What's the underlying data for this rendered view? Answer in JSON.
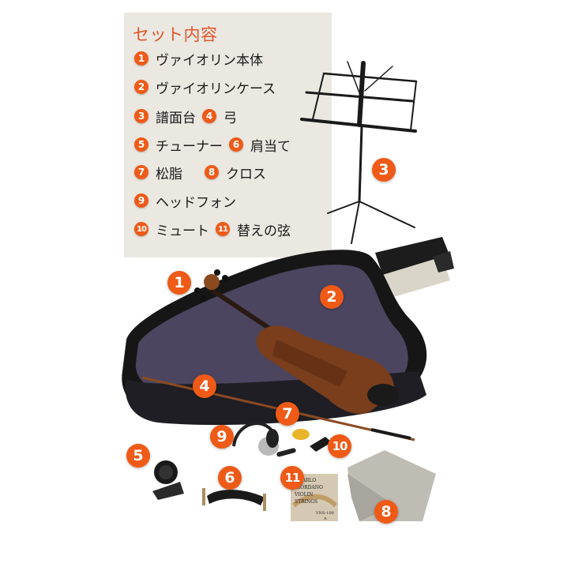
{
  "panel": {
    "title": "セット内容",
    "rows": [
      [
        {
          "num": "1",
          "label": "ヴァイオリン本体"
        }
      ],
      [
        {
          "num": "2",
          "label": "ヴァイオリンケース"
        }
      ],
      [
        {
          "num": "3",
          "label": "譜面台"
        },
        {
          "num": "4",
          "label": "弓"
        }
      ],
      [
        {
          "num": "5",
          "label": "チューナー"
        },
        {
          "num": "6",
          "label": "肩当て"
        }
      ],
      [
        {
          "num": "7",
          "label": "松脂"
        },
        {
          "num": "8",
          "label": "クロス"
        }
      ],
      [
        {
          "num": "9",
          "label": "ヘッドフォン"
        }
      ],
      [
        {
          "num": "10",
          "label": "ミュート"
        },
        {
          "num": "11",
          "label": "替えの弦"
        }
      ]
    ]
  },
  "photo_labels": {
    "b1": "1",
    "b2": "2",
    "b3": "3",
    "b4": "4",
    "b5": "5",
    "b6": "6",
    "b7": "7",
    "b8": "8",
    "b9": "9",
    "b10": "10",
    "b11": "11"
  },
  "strings_package": {
    "line1": "CARLO",
    "line2": "GIORDANO",
    "line3": "VIOLIN",
    "line4": "STRINGS",
    "model": "VNS-100",
    "note": "A"
  },
  "case_brand": "Carlo giordano",
  "colors": {
    "badge": "#ef5a17",
    "title": "#e0552a",
    "panel_bg": "#ebe8e1"
  }
}
